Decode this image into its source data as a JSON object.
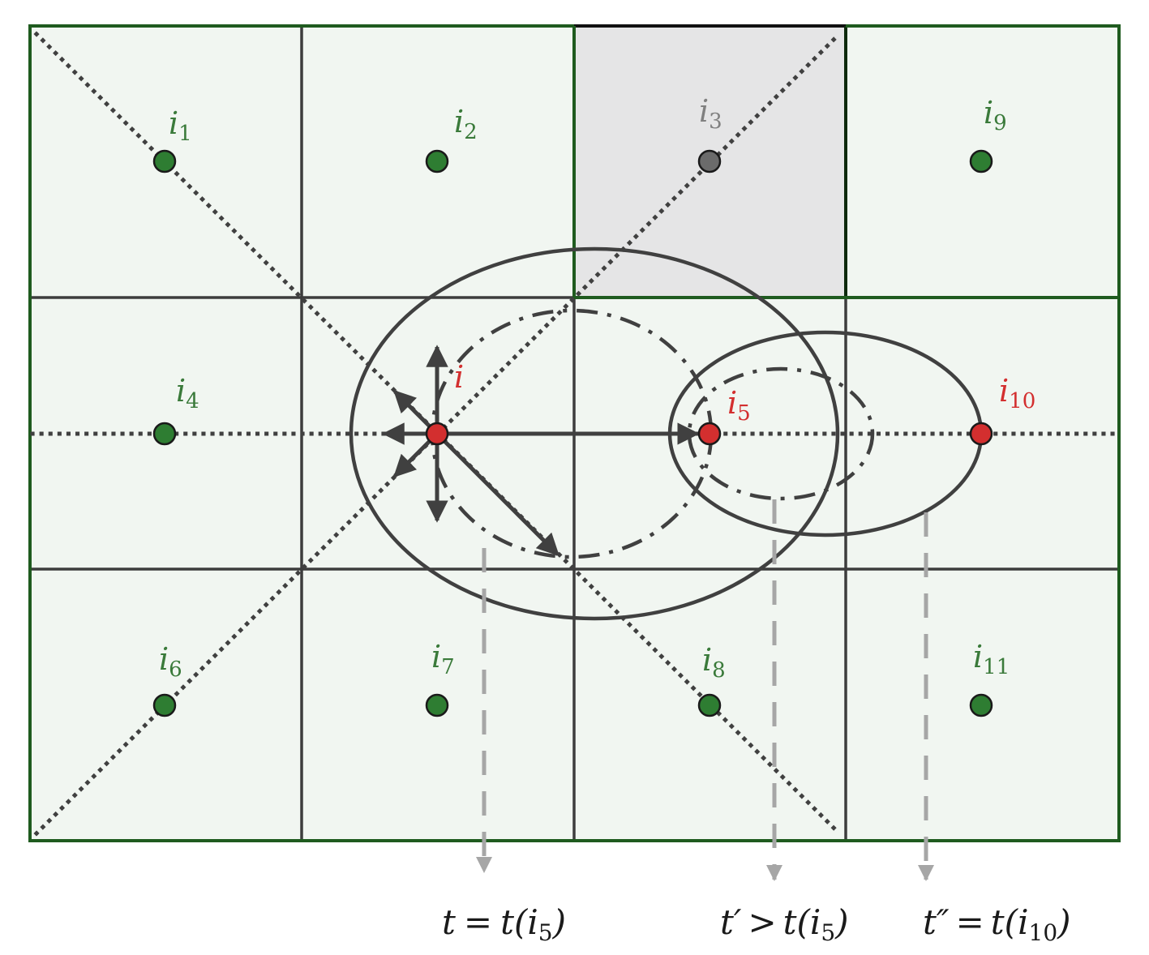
{
  "diagram": {
    "type": "grid-fast-marching-illustration",
    "colors": {
      "cell_fill": "#f1f6f1",
      "blocked_fill": "#e5e5e6",
      "grid_line": "#3d3d3d",
      "green_border": "#1f5b1f",
      "green_node": "#2e7d32",
      "red_node": "#d32f2f",
      "gray_node": "#6b6b6b",
      "projection_arrow": "#a6a6a6"
    },
    "grid": {
      "cols": 4,
      "rows": 3
    },
    "nodes": [
      {
        "id": "i1",
        "base": "i",
        "sub": "1",
        "col": 0,
        "row": 0,
        "state": "green"
      },
      {
        "id": "i2",
        "base": "i",
        "sub": "2",
        "col": 1,
        "row": 0,
        "state": "green"
      },
      {
        "id": "i3",
        "base": "i",
        "sub": "3",
        "col": 2,
        "row": 0,
        "state": "gray"
      },
      {
        "id": "i9",
        "base": "i",
        "sub": "9",
        "col": 3,
        "row": 0,
        "state": "green"
      },
      {
        "id": "i4",
        "base": "i",
        "sub": "4",
        "col": 0,
        "row": 1,
        "state": "green"
      },
      {
        "id": "i",
        "base": "i",
        "sub": "",
        "col": 1,
        "row": 1,
        "state": "red"
      },
      {
        "id": "i5",
        "base": "i",
        "sub": "5",
        "col": 2,
        "row": 1,
        "state": "red"
      },
      {
        "id": "i10",
        "base": "i",
        "sub": "10",
        "col": 3,
        "row": 1,
        "state": "red"
      },
      {
        "id": "i6",
        "base": "i",
        "sub": "6",
        "col": 0,
        "row": 2,
        "state": "green"
      },
      {
        "id": "i7",
        "base": "i",
        "sub": "7",
        "col": 1,
        "row": 2,
        "state": "green"
      },
      {
        "id": "i8",
        "base": "i",
        "sub": "8",
        "col": 2,
        "row": 2,
        "state": "green"
      },
      {
        "id": "i11",
        "base": "i",
        "sub": "11",
        "col": 3,
        "row": 2,
        "state": "green"
      }
    ],
    "time_labels": [
      {
        "id": "t",
        "lhs": "t",
        "prime": "",
        "op": "=",
        "rhs_fn": "t(",
        "rhs_base": "i",
        "rhs_sub": "5",
        "close": ")"
      },
      {
        "id": "t-prime",
        "lhs": "t",
        "prime": "′",
        "op": ">",
        "rhs_fn": "t(",
        "rhs_base": "i",
        "rhs_sub": "5",
        "close": ")"
      },
      {
        "id": "t-double-prime",
        "lhs": "t",
        "prime": "″",
        "op": "=",
        "rhs_fn": "t(",
        "rhs_base": "i",
        "rhs_sub": "10",
        "close": ")"
      }
    ]
  }
}
